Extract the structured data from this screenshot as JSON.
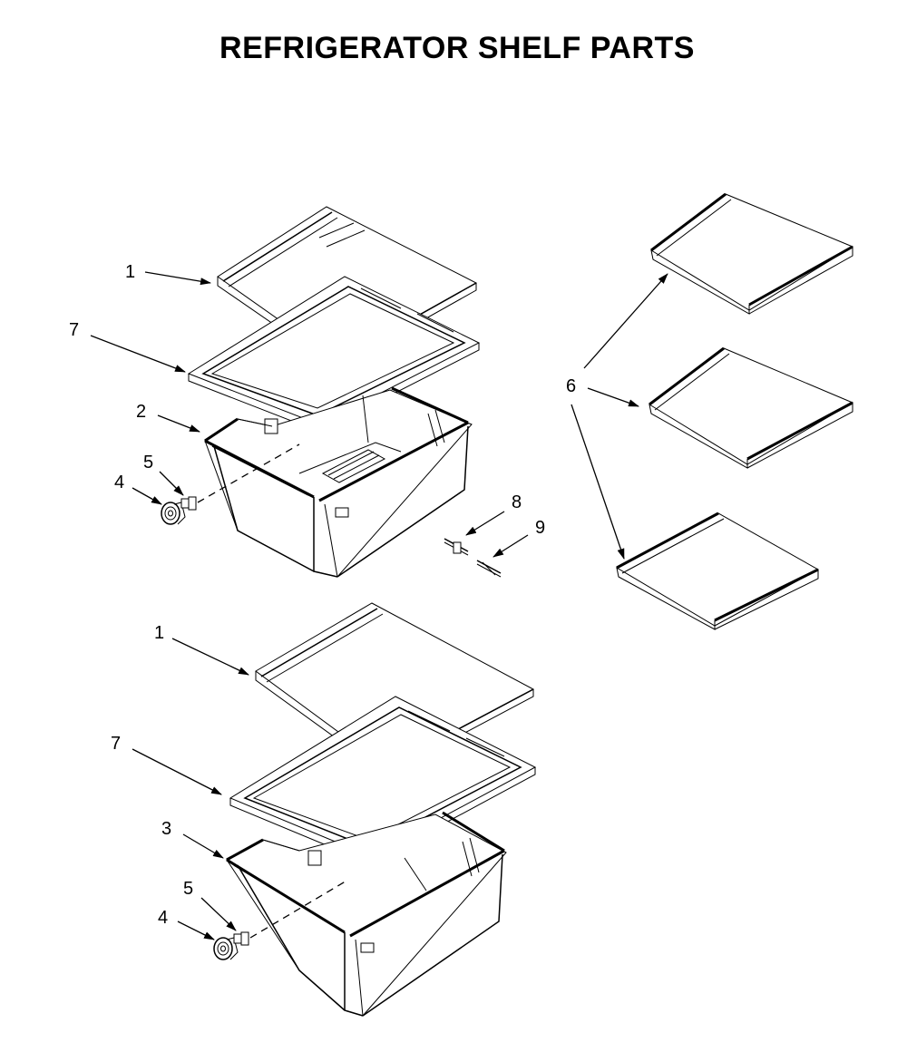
{
  "title": "REFRIGERATOR SHELF PARTS",
  "callouts": [
    {
      "id": "c1a",
      "label": "1"
    },
    {
      "id": "c7a",
      "label": "7"
    },
    {
      "id": "c2",
      "label": "2"
    },
    {
      "id": "c5a",
      "label": "5"
    },
    {
      "id": "c4a",
      "label": "4"
    },
    {
      "id": "c8",
      "label": "8"
    },
    {
      "id": "c9",
      "label": "9"
    },
    {
      "id": "c6",
      "label": "6"
    },
    {
      "id": "c1b",
      "label": "1"
    },
    {
      "id": "c7b",
      "label": "7"
    },
    {
      "id": "c3",
      "label": "3"
    },
    {
      "id": "c5b",
      "label": "5"
    },
    {
      "id": "c4b",
      "label": "4"
    }
  ]
}
